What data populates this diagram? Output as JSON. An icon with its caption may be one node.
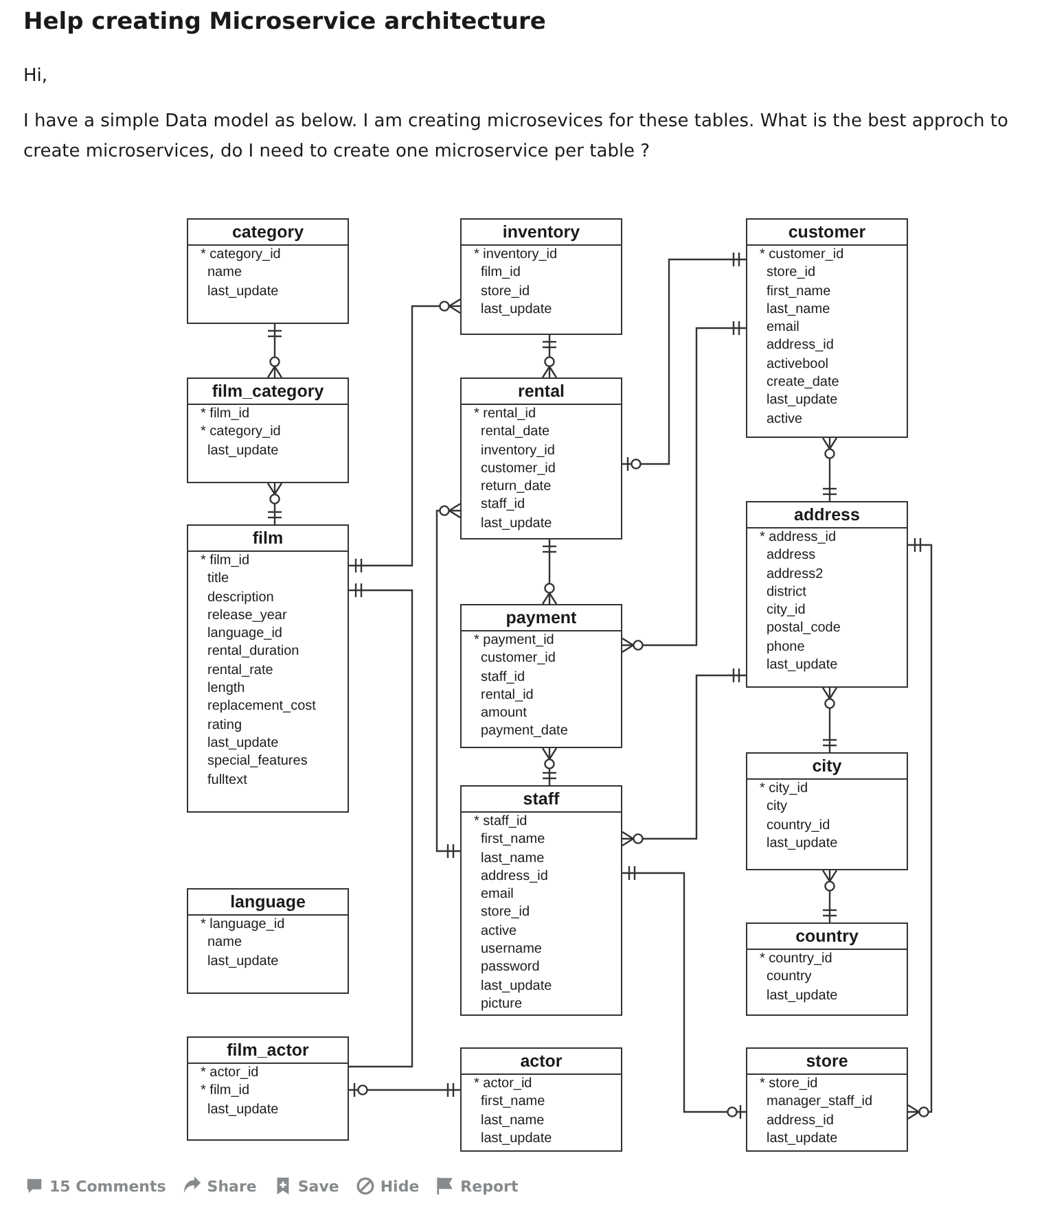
{
  "diagram": {
    "title": "Help creating Microservice architecture",
    "nodes": [
      {
        "text": [
          "category",
          "* category_id",
          "name",
          "last_update"
        ]
      },
      {
        "text": [
          "inventory",
          "* inventory_id",
          "film_id",
          "store_id",
          "last_update"
        ]
      },
      {
        "text": [
          "customer",
          "* customer_id",
          "store_id",
          "first_name",
          "last_name",
          "email",
          "address_id",
          "activebool",
          "create_date",
          "last_update",
          "active"
        ]
      },
      {
        "text": [
          "film_category",
          "* film_id",
          "* category_id",
          "last_update"
        ]
      },
      {
        "text": [
          "rental",
          "* rental_id",
          "rental_date",
          "inventory_id",
          "customer_id",
          "return_date",
          "staff_id",
          "last_update"
        ]
      },
      {
        "text": [
          "address",
          "* address_id",
          "address",
          "address2",
          "district",
          "city_id",
          "postal_code",
          "phone",
          "last_update"
        ]
      },
      {
        "text": [
          "film",
          "* film_id",
          "title",
          "description",
          "release_year",
          "language_id",
          "rental_duration",
          "rental_rate",
          "length",
          "replacement_cost",
          "rating",
          "last_update",
          "special_features",
          "fulltext"
        ]
      },
      {
        "text": [
          "payment",
          "* payment_id",
          "customer_id",
          "staff_id",
          "rental_id",
          "amount",
          "payment_date"
        ]
      },
      {
        "text": [
          "city",
          "* city_id",
          "city",
          "country_id",
          "last_update"
        ]
      },
      {
        "text": [
          "staff",
          "* staff_id",
          "first_name",
          "last_name",
          "address_id",
          "email",
          "store_id",
          "active",
          "username",
          "password",
          "last_update",
          "picture"
        ]
      },
      {
        "text": [
          "language",
          "* language_id",
          "name",
          "last_update"
        ]
      },
      {
        "text": [
          "country",
          "* country_id",
          "country",
          "last_update"
        ]
      },
      {
        "text": [
          "film_actor",
          "* actor_id",
          "* film_id",
          "last_update"
        ]
      },
      {
        "text": [
          "actor",
          "* actor_id",
          "first_name",
          "last_name",
          "last_update"
        ]
      },
      {
        "text": [
          "store",
          "* store_id",
          "manager_staff_id",
          "address_id",
          "last_update"
        ]
      }
    ],
    "edges": [
      {
        "from": 0,
        "to": 3,
        "arrow": "other"
      },
      {
        "from": 6,
        "to": 3,
        "arrow": "other"
      },
      {
        "from": 6,
        "to": 1,
        "arrow": "other"
      },
      {
        "from": 6,
        "to": 12,
        "arrow": "other"
      },
      {
        "from": 1,
        "to": 4,
        "arrow": "other"
      },
      {
        "from": 9,
        "to": 4,
        "arrow": "other"
      },
      {
        "from": 2,
        "to": 4,
        "arrow": "other"
      },
      {
        "from": 2,
        "to": 7,
        "arrow": "other"
      },
      {
        "from": 5,
        "to": 2,
        "arrow": "other"
      },
      {
        "from": 4,
        "to": 7,
        "arrow": "other"
      },
      {
        "from": 9,
        "to": 7,
        "arrow": "other"
      },
      {
        "from": 5,
        "to": 9,
        "arrow": "other"
      },
      {
        "from": 8,
        "to": 5,
        "arrow": "other"
      },
      {
        "from": 11,
        "to": 8,
        "arrow": "other"
      },
      {
        "from": 5,
        "to": 14,
        "arrow": "other"
      },
      {
        "from": 9,
        "to": 14,
        "arrow": "other"
      },
      {
        "from": 13,
        "to": 12,
        "arrow": "other"
      }
    ],
    "labels": [
      "Hi,",
      "I have a simple Data model as below. I am creating microsevices for these tables. What is the best approch to create microservices, do I need to create one microservice per table ?",
      "15 Comments",
      "Share",
      "Save",
      "Hide",
      "Report"
    ]
  }
}
